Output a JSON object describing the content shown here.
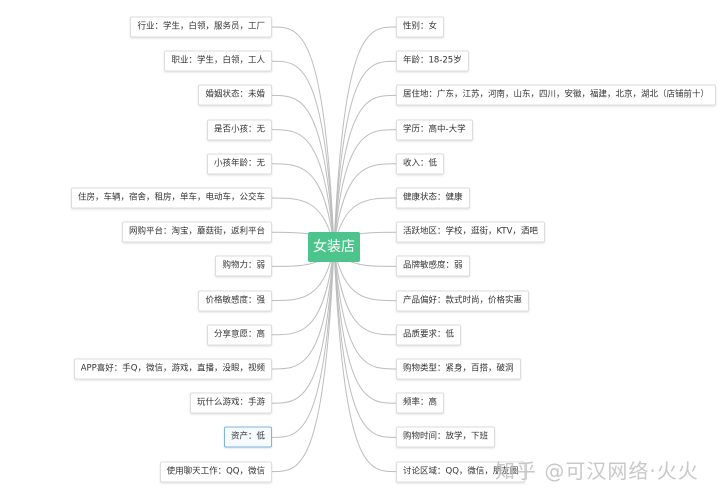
{
  "center": {
    "label": "女装店",
    "color": "#4dc48c"
  },
  "left_nodes": [
    "行业：学生，白领，服务员，工厂",
    "职业：学生，白领，工人",
    "婚姻状态：未婚",
    "是否小孩：无",
    "小孩年龄：无",
    "住房，车辆，宿舍，租房，单车，电动车，公交车",
    "网购平台：淘宝，蘑菇街，返利平台",
    "购物力：弱",
    "价格敏感度：强",
    "分享意愿：高",
    "APP喜好：手Q，微信，游戏，直播，没眼，视频",
    "玩什么游戏：手游",
    "资产：低",
    "使用聊天工作：QQ，微信"
  ],
  "selected_left_index": 12,
  "right_nodes": [
    "性别：女",
    "年龄：18-25岁",
    "居住地：广东，江苏，河南，山东，四川，安徽，福建，北京，湖北（店铺前十）",
    "学历：高中-大学",
    "收入：低",
    "健康状态：健康",
    "活跃地区：学校，逛街，KTV，酒吧",
    "品牌敏感度：弱",
    "产品偏好：款式时尚，价格实惠",
    "品质要求：低",
    "购物类型：紧身，百搭，破洞",
    "频率：高",
    "购物时间：放学，下班",
    "讨论区域：QQ，微信，朋友圈"
  ],
  "watermark": "知乎 @可汉网络·火火"
}
